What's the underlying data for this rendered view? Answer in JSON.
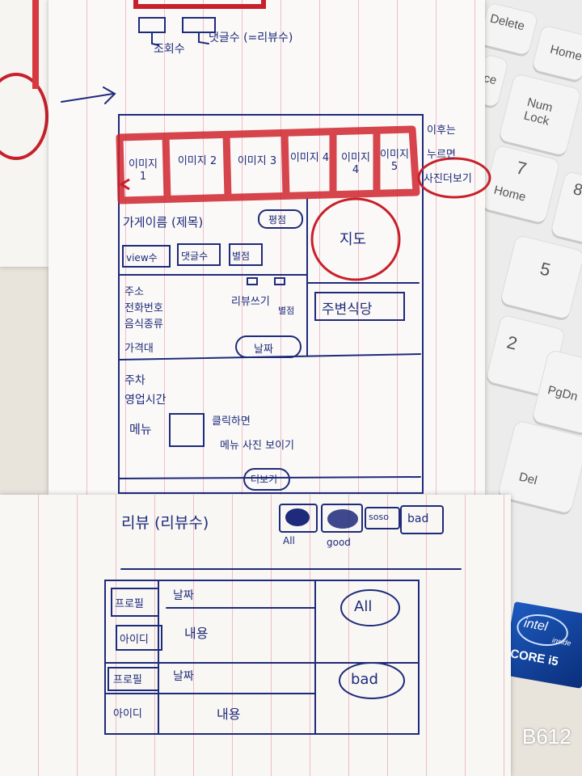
{
  "sketch": {
    "top_labels": {
      "views": "조회수",
      "comments": "댓글수 (=리뷰수)"
    },
    "images": [
      "이미지 1",
      "이미지 2",
      "이미지 3",
      "이미지 4",
      "이미지 4",
      "이미지 5"
    ],
    "side_note": {
      "line1": "이후는",
      "line2": "누르면",
      "button": "사진더보기"
    },
    "store_title": "가게이름 (제목)",
    "rating": "평점",
    "map": "지도",
    "stats": [
      "view수",
      "댓글수",
      "별점"
    ],
    "review_write": "리뷰쓰기",
    "star_label": "별점",
    "nearby": "주변식당",
    "info_list": [
      "주소",
      "전화번호",
      "음식종류",
      "가격대"
    ],
    "date_pill": "날짜",
    "info_list2": [
      "주차",
      "영업시간"
    ],
    "menu": {
      "label": "메뉴",
      "note1": "클릭하면",
      "note2": "메뉴 사진 보이기"
    },
    "more": "더보기",
    "review_header": "리뷰 (리뷰수)",
    "filters": [
      {
        "label": "",
        "sub": "All"
      },
      {
        "label": "",
        "sub": "good"
      },
      {
        "label": "soso",
        "sub": ""
      },
      {
        "label": "bad",
        "sub": ""
      }
    ],
    "reviews": [
      {
        "profile": "프로필",
        "id": "아이디",
        "date": "날짜",
        "content": "내용",
        "tag": "All"
      },
      {
        "profile": "프로필",
        "id": "아이디",
        "date": "날짜",
        "content": "내용",
        "tag": "bad"
      }
    ]
  },
  "keyboard": {
    "keys": [
      "Delete",
      "Home",
      "ce",
      "Num Lock",
      "7",
      "Home",
      "8",
      "5",
      "2",
      "PgDn",
      "Del"
    ],
    "badge": {
      "brand": "intel",
      "inside": "inside",
      "model": "CORE i5"
    }
  },
  "watermark": "B612",
  "colors": {
    "ink": "#1e2a7a",
    "red": "#c8202a",
    "paper": "#faf9f7"
  }
}
